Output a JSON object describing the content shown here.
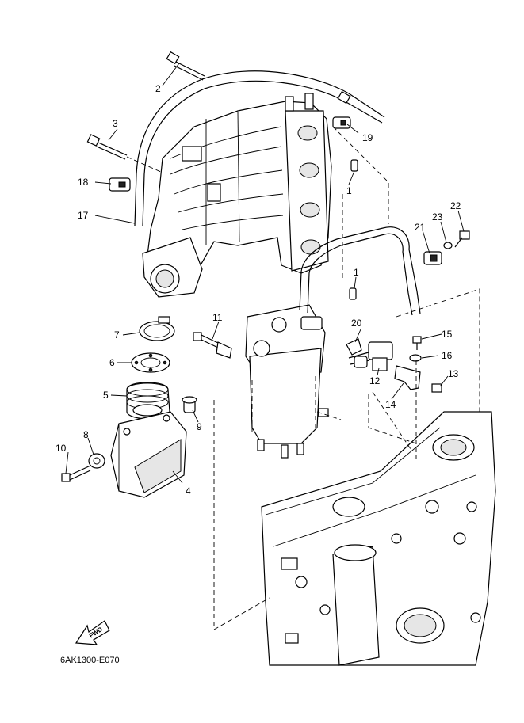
{
  "diagram_code": "6AK1300-E070",
  "fwd_label": "FWD",
  "callouts": {
    "c1a": "1",
    "c1b": "1",
    "c2": "2",
    "c3": "3",
    "c4": "4",
    "c5": "5",
    "c6": "6",
    "c7": "7",
    "c8": "8",
    "c9": "9",
    "c10": "10",
    "c11": "11",
    "c12": "12",
    "c13": "13",
    "c14": "14",
    "c15": "15",
    "c16": "16",
    "c17": "17",
    "c18": "18",
    "c19": "19",
    "c20": "20",
    "c21": "21",
    "c22": "22",
    "c23": "23"
  }
}
